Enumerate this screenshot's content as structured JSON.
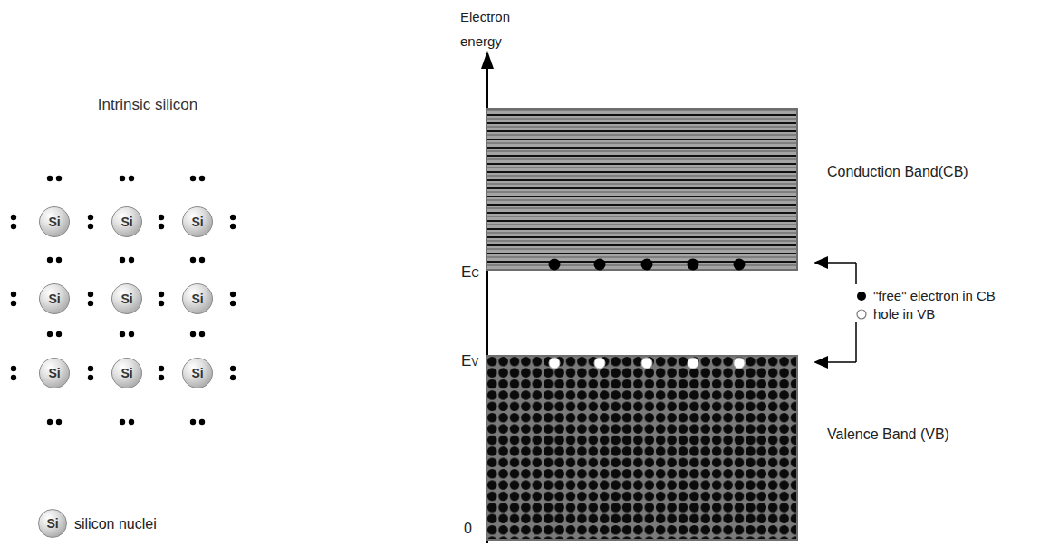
{
  "diagram": {
    "nodes": [
      {
        "text": [
          "Si"
        ]
      },
      {
        "text": [
          "Si"
        ]
      },
      {
        "text": [
          "Si"
        ]
      },
      {
        "text": [
          "Si"
        ]
      },
      {
        "text": [
          "Si"
        ]
      },
      {
        "text": [
          "Si"
        ]
      },
      {
        "text": [
          "Si"
        ]
      },
      {
        "text": [
          "Si"
        ]
      },
      {
        "text": [
          "Si"
        ]
      },
      {
        "text": [
          "Si"
        ]
      }
    ],
    "labels": [
      "Intrinsic silicon",
      "Electron energy",
      "EC",
      "EV",
      "0",
      "Conduction Band(CB)",
      "Valence Band (VB)"
    ],
    "legend": [
      {
        "text": "silicon nuclei"
      },
      {
        "text": "\"free\" electron in CB"
      },
      {
        "text": "hole in VB"
      }
    ]
  }
}
